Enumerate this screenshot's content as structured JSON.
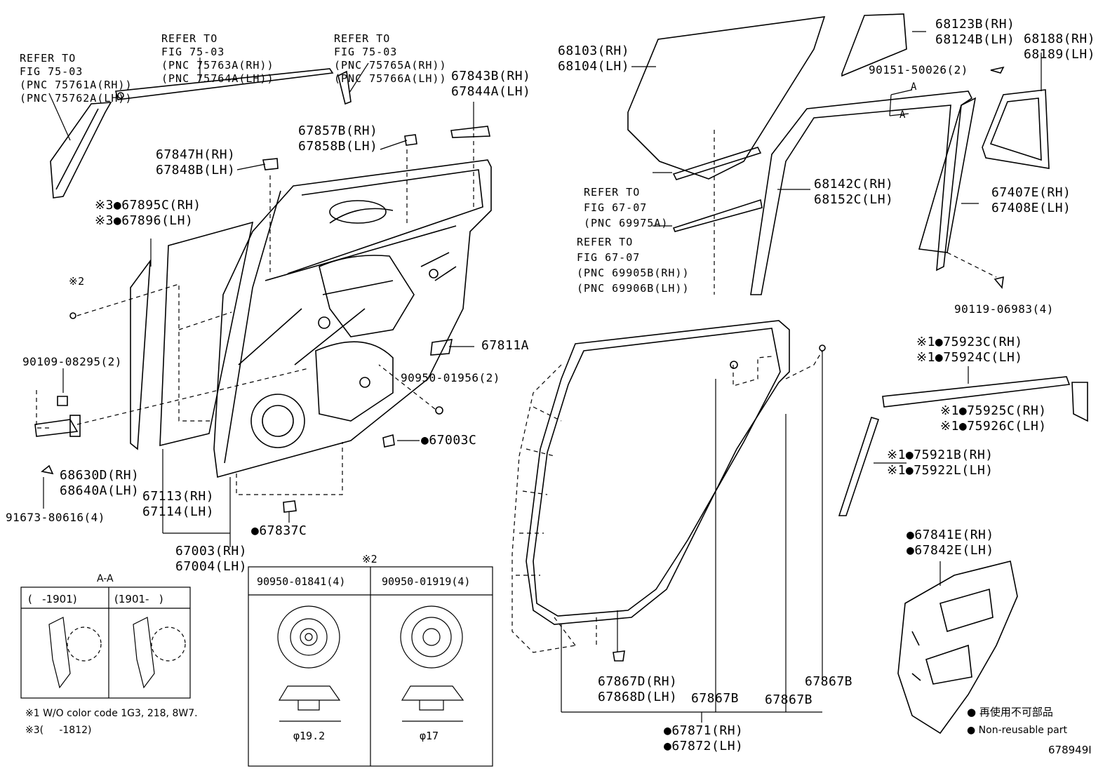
{
  "refs": {
    "ref_pillar_upper_left": [
      "REFER TO",
      "FIG 75-03",
      "(PNC 75761A(RH))",
      "(PNC 75762A(LH))"
    ],
    "ref_belt_top": [
      "REFER TO",
      "FIG 75-03",
      "(PNC 75763A(RH))",
      "(PNC 75764A(LH))"
    ],
    "ref_pillar_top_right": [
      "REFER TO",
      "FIG 75-03",
      "(PNC 75765A(RH))",
      "(PNC 75766A(LH))"
    ],
    "ref_glass_weather_upper": [
      "REFER TO",
      "FIG 67-07",
      "(PNC 69975A)"
    ],
    "ref_glass_weather_lower": [
      "REFER TO",
      "FIG 67-07",
      "(PNC 69905B(RH))",
      "(PNC 69906B(LH))"
    ]
  },
  "parts": {
    "p67843": [
      "67843B(RH)",
      "67844A(LH)"
    ],
    "p67857": [
      "67857B(RH)",
      "67858B(LH)"
    ],
    "p67847": [
      "67847H(RH)",
      "67848B(LH)"
    ],
    "p67895": [
      "※3●67895C(RH)",
      "※3●67896(LH)"
    ],
    "p_note2": "※2",
    "p90109": "90109-08295(2)",
    "p68630": [
      "68630D(RH)",
      "68640A(LH)"
    ],
    "p91673": "91673-80616(4)",
    "p67113": [
      "67113(RH)",
      "67114(LH)"
    ],
    "p67003": [
      "67003(RH)",
      "67004(LH)"
    ],
    "p67811": "67811A",
    "p90950a": "90950-01956(2)",
    "p67003c": "●67003C",
    "p67837": "●67837C",
    "p68103": [
      "68103(RH)",
      "68104(LH)"
    ],
    "p68123": [
      "68123B(RH)",
      "68124B(LH)"
    ],
    "p68188": [
      "68188(RH)",
      "68189(LH)"
    ],
    "p90151": "90151-50026(2)",
    "p68142": [
      "68142C(RH)",
      "68152C(LH)"
    ],
    "p67407": [
      "67407E(RH)",
      "67408E(LH)"
    ],
    "p90119": "90119-06983(4)",
    "p75923": [
      "※1●75923C(RH)",
      "※1●75924C(LH)"
    ],
    "p75925": [
      "※1●75925C(RH)",
      "※1●75926C(LH)"
    ],
    "p75921": [
      "※1●75921B(RH)",
      "※1●75922L(LH)"
    ],
    "p67841": [
      "●67841E(RH)",
      "●67842E(LH)"
    ],
    "p67867d": [
      "67867D(RH)",
      "67868D(LH)"
    ],
    "p67867b1": "67867B",
    "p67867b2": "67867B",
    "p67867b3": "67867B",
    "p67871": [
      "●67871(RH)",
      "●67872(LH)"
    ]
  },
  "section_aa": {
    "title": "A-A",
    "col1": "(   -1901)",
    "col2": "(1901-   )"
  },
  "section_markers": [
    "A",
    "A"
  ],
  "clip_table": {
    "note": "※2",
    "col1": "90950-01841(4)",
    "col2": "90950-01919(4)",
    "dim1": "φ19.2",
    "dim2": "φ17"
  },
  "footnotes": [
    "※1 W/O color code 1G3, 218, 8W7.",
    "※3(     -1812)"
  ],
  "legend": [
    "再使用不可部品",
    "Non-reusable part"
  ],
  "figure_id": "678949I"
}
